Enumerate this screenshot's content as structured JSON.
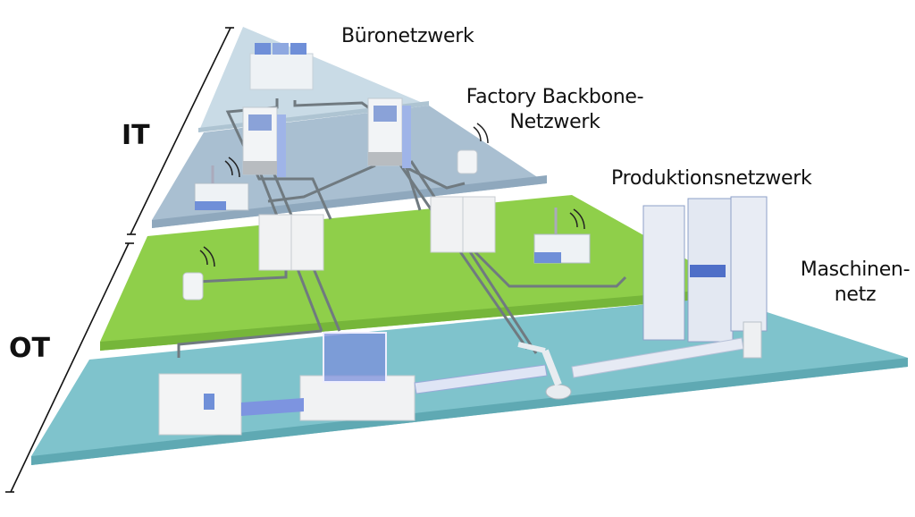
{
  "title": "IT/OT network hierarchy",
  "colors": {
    "office_layer": "#c9dbe6",
    "backbone_layer": "#a9bfd1",
    "production_layer": "#8fcf4a",
    "machine_layer": "#7fc3cc",
    "cable": "#707a80",
    "equipment_accent": "#6f8fd8"
  },
  "domains": {
    "it": {
      "label": "IT",
      "covers": [
        "Büronetzwerk",
        "Factory Backbone-Netzwerk"
      ]
    },
    "ot": {
      "label": "OT",
      "covers": [
        "Produktionsnetzwerk",
        "Maschinennetz"
      ]
    }
  },
  "layers": [
    {
      "id": "office",
      "label": "Büronetzwerk",
      "equipment": [
        "control-desk-with-monitors"
      ]
    },
    {
      "id": "backbone",
      "label_line1": "Factory Backbone-",
      "label_line2": "Netzwerk",
      "equipment": [
        "server-rack",
        "server-rack",
        "agv-robot",
        "wireless-access-point"
      ]
    },
    {
      "id": "production",
      "label": "Produktionsnetzwerk",
      "equipment": [
        "switch-cabinet",
        "switch-cabinet",
        "wireless-access-point",
        "agv-robot",
        "high-bay-storage"
      ]
    },
    {
      "id": "machine",
      "label_line1": "Maschinen-",
      "label_line2": "netz",
      "equipment": [
        "cnc-machine",
        "enclosed-cell",
        "conveyor",
        "industrial-robot",
        "conveyor",
        "storage-lift"
      ]
    }
  ]
}
